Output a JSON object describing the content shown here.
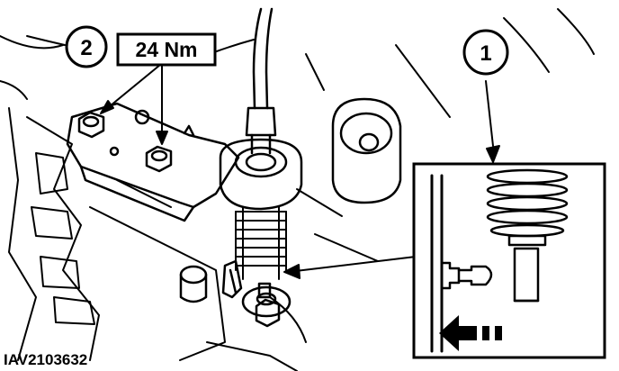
{
  "callouts": {
    "item_1": "1",
    "item_2": "2"
  },
  "torque_label": "24 Nm",
  "figure_code": "IAV2103632",
  "colors": {
    "ink": "#000000",
    "paper": "#ffffff"
  },
  "inset": {
    "direction_icon": "arrow-left-icon"
  }
}
